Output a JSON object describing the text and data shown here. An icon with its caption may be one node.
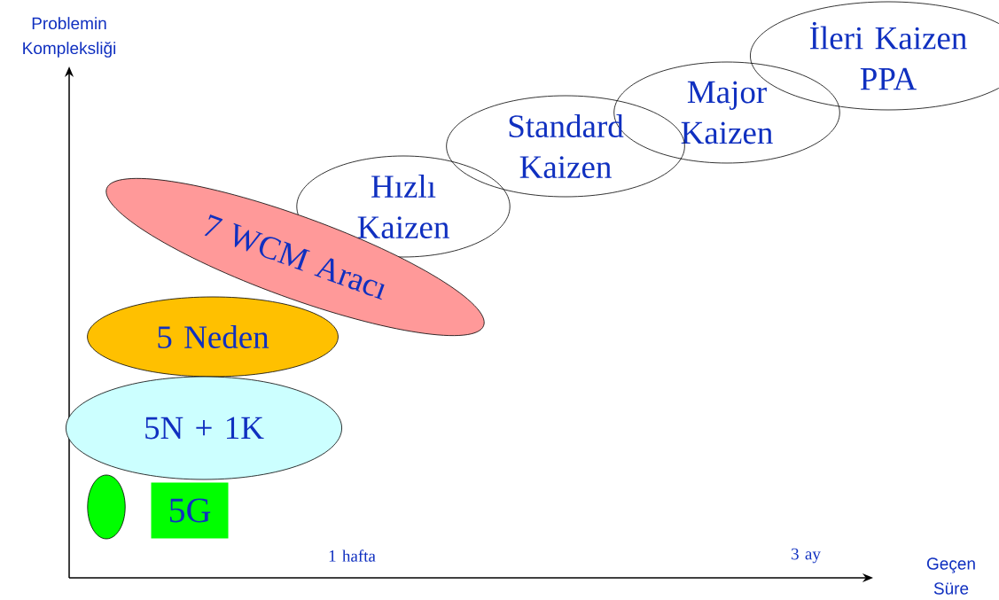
{
  "diagram": {
    "nodes": [
      {
        "text": [
          "İleri Kaizen PPA"
        ]
      },
      {
        "text": [
          "Major Kaizen"
        ]
      },
      {
        "text": [
          "Standard Kaizen"
        ]
      },
      {
        "text": [
          "Hızlı Kaizen"
        ]
      },
      {
        "text": [
          "7 WCM Aracı"
        ]
      },
      {
        "text": [
          "5 Neden"
        ]
      },
      {
        "text": [
          "5N + 1K"
        ]
      },
      {
        "text": [],
        "shape": "ellipse"
      },
      {
        "text": [
          "5G"
        ]
      }
    ],
    "labels": [
      "Problemin Kompleksliği",
      "1 hafta",
      "3 ay",
      "Geçen Süre"
    ]
  }
}
